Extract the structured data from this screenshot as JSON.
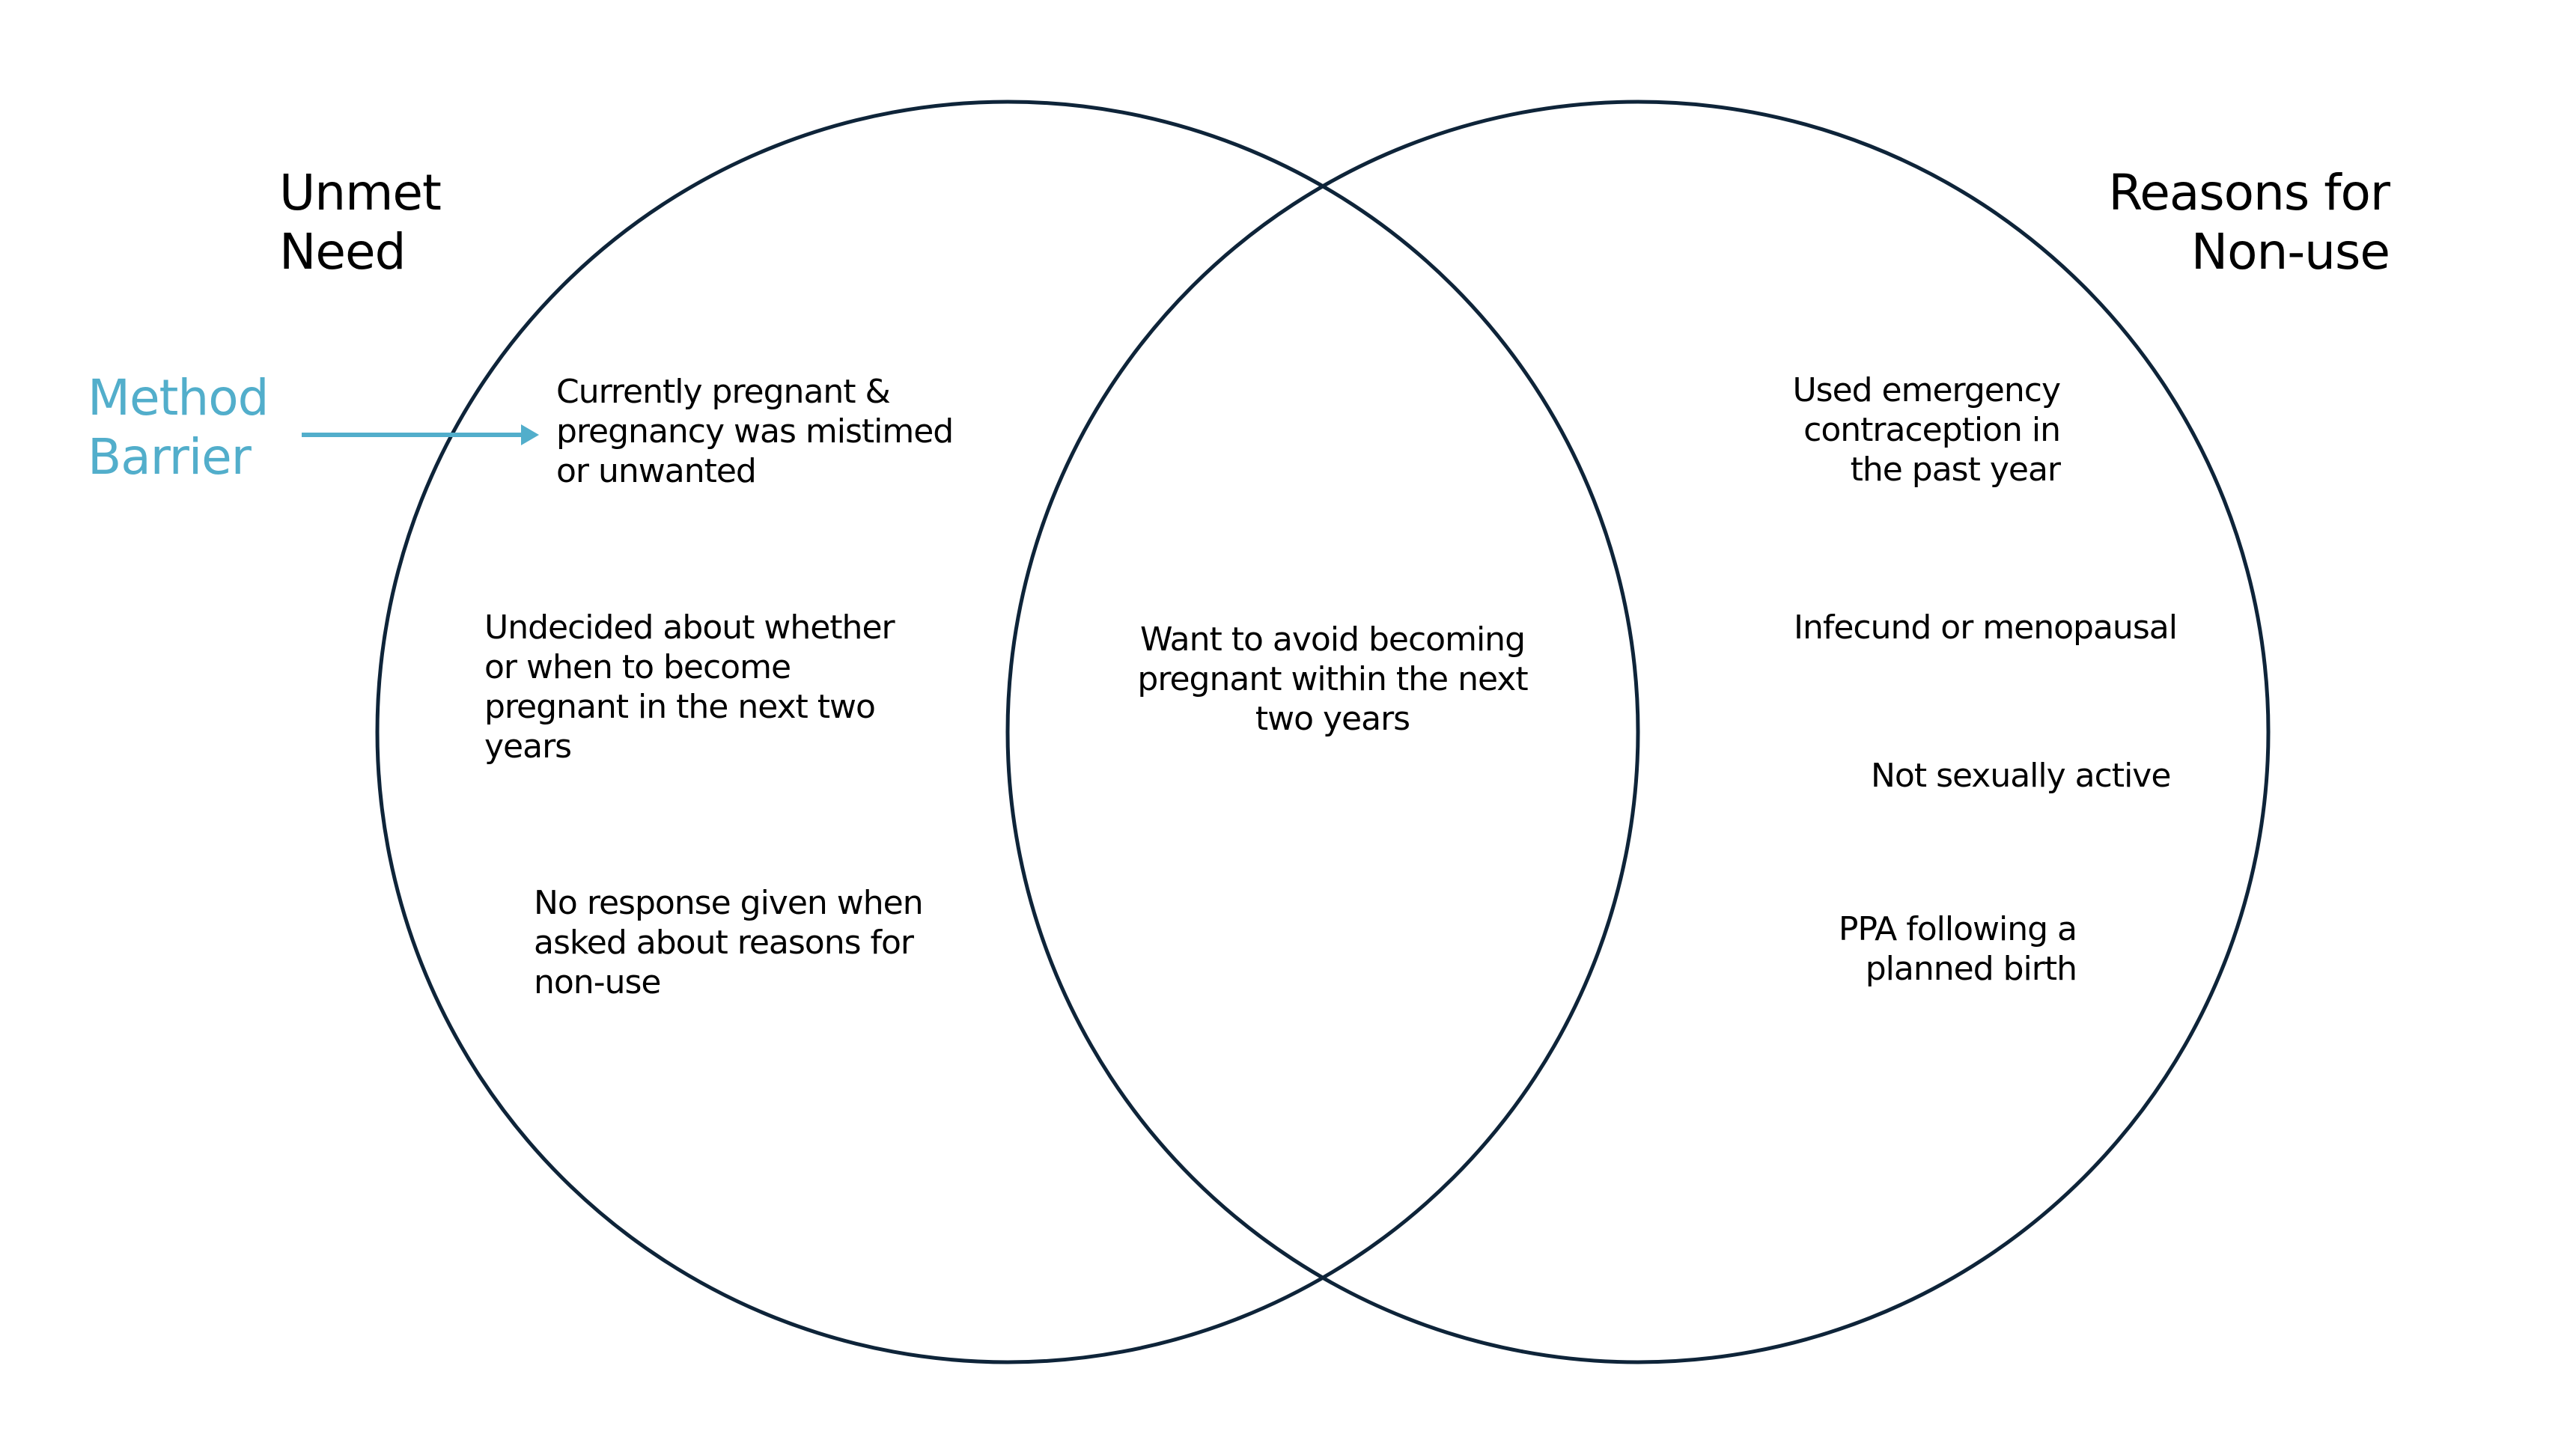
{
  "colors": {
    "circle_stroke": "#0e2439",
    "accent": "#52aecb",
    "text": "#000000"
  },
  "left_set": {
    "title": "Unmet\nNeed",
    "items": [
      "Currently pregnant &\npregnancy was mistimed\nor unwanted",
      "Undecided about whether\nor when to become\npregnant in the next two\nyears",
      "No response given when\nasked about reasons for\nnon-use"
    ]
  },
  "intersection": {
    "items": [
      "Want to avoid becoming\npregnant within the next\ntwo years"
    ]
  },
  "right_set": {
    "title": "Reasons for\nNon-use",
    "items": [
      "Used emergency\ncontraception in\nthe past year",
      "Infecund or menopausal",
      "Not sexually active",
      "PPA following a\nplanned birth"
    ]
  },
  "annotation": {
    "label": "Method\nBarrier",
    "arrow_icon": "arrow-right-icon"
  }
}
